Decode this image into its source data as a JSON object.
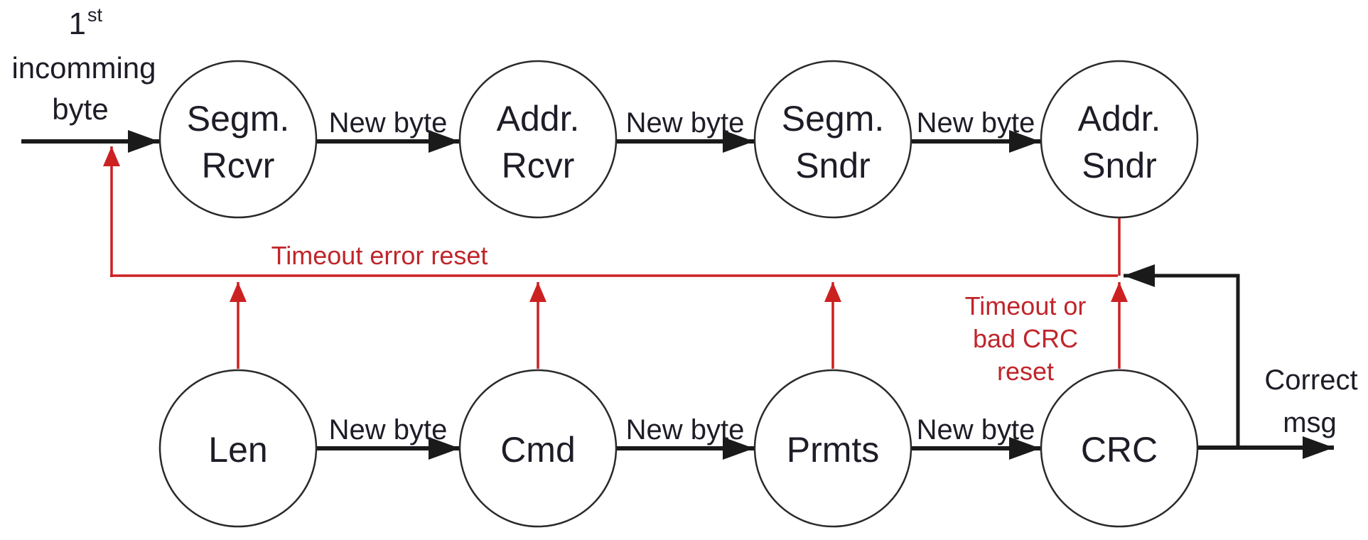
{
  "colors": {
    "background": "#ffffff",
    "black_line": "#1a1a1a",
    "black_text": "#1e1c26",
    "red_line": "#cc2121",
    "red_text": "#bf262b"
  },
  "start_label": {
    "number": "1",
    "ordinal": "st",
    "line2": "incomming",
    "line3": "byte"
  },
  "states": {
    "top": [
      {
        "name": "segm-rcvr",
        "line1": "Segm.",
        "line2": "Rcvr"
      },
      {
        "name": "addr-rcvr",
        "line1": "Addr.",
        "line2": "Rcvr"
      },
      {
        "name": "segm-sndr",
        "line1": "Segm.",
        "line2": "Sndr"
      },
      {
        "name": "addr-sndr",
        "line1": "Addr.",
        "line2": "Sndr"
      }
    ],
    "bottom": [
      {
        "name": "len",
        "line1": "Len"
      },
      {
        "name": "cmd",
        "line1": "Cmd"
      },
      {
        "name": "prmts",
        "line1": "Prmts"
      },
      {
        "name": "crc",
        "line1": "CRC"
      }
    ]
  },
  "transition_label": "New byte",
  "timeout_reset_label": "Timeout error reset",
  "timeout_crc_reset_label": {
    "line1": "Timeout or",
    "line2": "bad CRC",
    "line3": "reset"
  },
  "output_label": {
    "line1": "Correct",
    "line2": "msg"
  }
}
